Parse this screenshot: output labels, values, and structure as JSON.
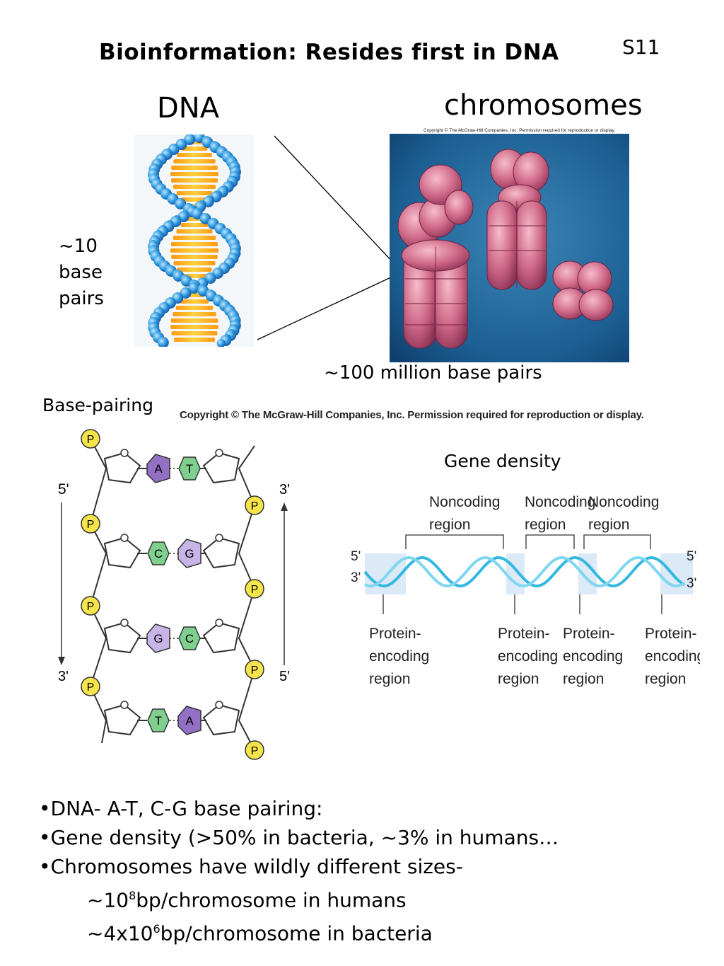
{
  "slide": {
    "title": "Bioinformation: Resides first in DNA",
    "number": "S11"
  },
  "top": {
    "dna_label": "DNA",
    "chromosomes_label": "chromosomes",
    "ten_bp": [
      "~10",
      "base",
      "pairs"
    ],
    "hundred_million_bp": "~100 million base pairs",
    "photo_copyright": "Copyright © The McGraw-Hill Companies, Inc. Permission required for reproduction or display."
  },
  "base_pairing": {
    "label": "Base-pairing",
    "copyright": "Copyright © The McGraw-Hill Companies, Inc. Permission required for reproduction or display.",
    "left_strand": {
      "top": "5'",
      "bottom": "3'"
    },
    "right_strand": {
      "top": "3'",
      "bottom": "5'"
    },
    "phosphate": "P",
    "pairs": [
      {
        "left": "A",
        "right": "T"
      },
      {
        "left": "C",
        "right": "G"
      },
      {
        "left": "G",
        "right": "C"
      },
      {
        "left": "T",
        "right": "A"
      }
    ],
    "colors": {
      "purine": "#9370c4",
      "purine_light": "#c8b4e6",
      "pyrimidine": "#7fd08f",
      "phosphate": "#f5e44a"
    }
  },
  "gene_density": {
    "label": "Gene density",
    "noncoding": [
      "Noncoding",
      "region"
    ],
    "protein": [
      "Protein-",
      "encoding",
      "region"
    ],
    "end_left": {
      "top": "5'",
      "bottom": "3'"
    },
    "end_right": {
      "top": "5'",
      "bottom": "3'"
    },
    "helix_color": "#33b8e0"
  },
  "bullets": {
    "b1": "•DNA- A-T, C-G base pairing:",
    "b2": "•Gene density (>50% in bacteria, ~3% in humans…",
    "b3": "•Chromosomes have wildly different sizes-",
    "b4": {
      "pre": "~10",
      "sup": "8",
      "post": "bp/chromosome in humans"
    },
    "b5": {
      "pre": "~4x10",
      "sup": "6",
      "post": "bp/chromosome in bacteria"
    }
  }
}
